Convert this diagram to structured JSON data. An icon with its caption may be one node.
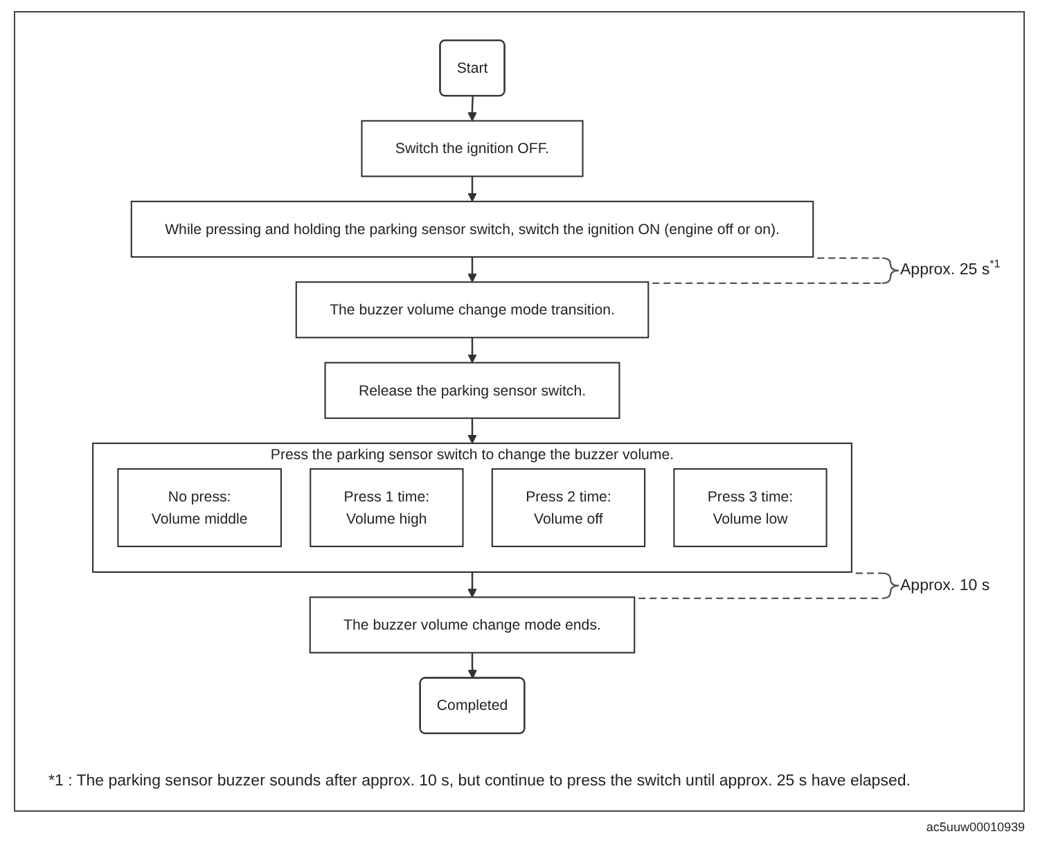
{
  "diagram": {
    "nodes": [
      {
        "text": [
          "Start"
        ]
      },
      {
        "text": [
          "Switch the ignition OFF."
        ]
      },
      {
        "text": [
          "While pressing and holding the parking sensor switch, switch the ignition ON (engine off or on)."
        ]
      },
      {
        "text": [
          "The buzzer volume change mode transition."
        ]
      },
      {
        "text": [
          "Release the parking sensor switch."
        ]
      },
      {
        "text": [
          "Press the parking sensor switch to change the buzzer volume."
        ]
      },
      {
        "text": [
          "No press:",
          "Volume middle"
        ],
        "in": 5
      },
      {
        "text": [
          "Press 1 time:",
          "Volume high"
        ],
        "in": 5
      },
      {
        "text": [
          "Press 2 time:",
          "Volume off"
        ],
        "in": 5
      },
      {
        "text": [
          "Press 3 time:",
          "Volume low"
        ],
        "in": 5
      },
      {
        "text": [
          "The buzzer volume change mode ends."
        ]
      },
      {
        "text": [
          "Completed"
        ]
      }
    ],
    "edges": [
      {
        "from": 0,
        "to": 1,
        "arrow": "to"
      },
      {
        "from": 1,
        "to": 2,
        "arrow": "to"
      },
      {
        "from": 2,
        "to": 3,
        "arrow": "to"
      },
      {
        "from": 3,
        "to": 4,
        "arrow": "to"
      },
      {
        "from": 4,
        "to": 5,
        "arrow": "to"
      },
      {
        "from": 5,
        "to": 10,
        "arrow": "to"
      },
      {
        "from": 10,
        "to": 11,
        "arrow": "to"
      }
    ],
    "labels": [
      "Approx. 25 s$^{*1}$",
      "Approx. 10 s",
      "*1 : The parking sensor buzzer sounds after approx. 10 s, but continue to press the switch until approx. 25 s have elapsed.",
      "ac5uuw00010939"
    ]
  }
}
